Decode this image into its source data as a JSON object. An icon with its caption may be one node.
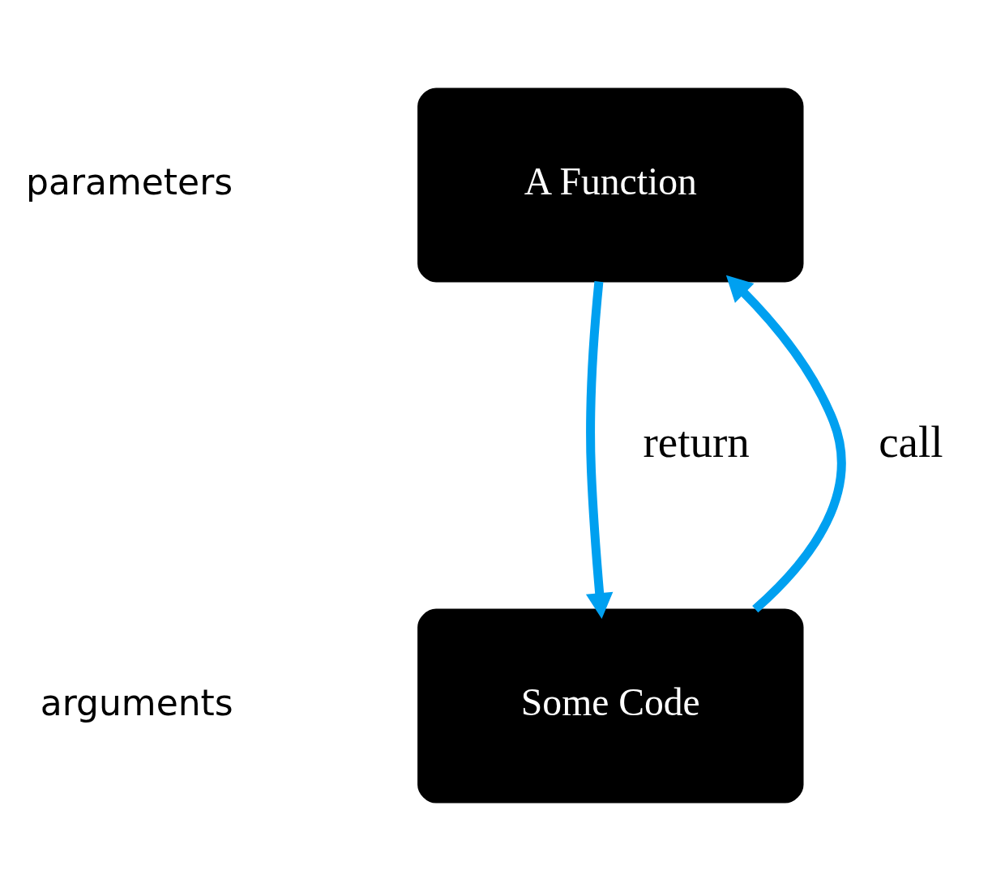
{
  "diagram": {
    "nodes": [
      {
        "text": [
          "A Function"
        ]
      },
      {
        "text": [
          "Some Code"
        ]
      }
    ],
    "edges": [
      {
        "from": 1,
        "to": 0,
        "arrow": "to",
        "label": "call"
      },
      {
        "from": 0,
        "to": 1,
        "arrow": "to",
        "label": "return"
      }
    ],
    "labels": [
      "parameters",
      "arguments"
    ]
  }
}
